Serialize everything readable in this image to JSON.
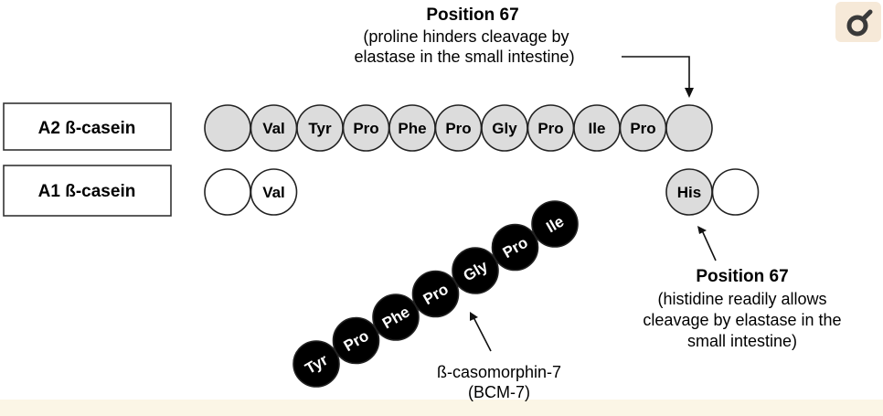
{
  "top_annotation": {
    "title": "Position 67",
    "line1": "(proline hinders cleavage by",
    "line2": "elastase in the small intestine)"
  },
  "labels": {
    "a2": "A2 ß-casein",
    "a1": "A1 ß-casein"
  },
  "a2_chain": [
    "",
    "Val",
    "Tyr",
    "Pro",
    "Phe",
    "Pro",
    "Gly",
    "Pro",
    "Ile",
    "Pro",
    ""
  ],
  "a1_left": [
    "",
    "Val"
  ],
  "a1_right": [
    "His",
    ""
  ],
  "bcm7_chain": [
    "Tyr",
    "Pro",
    "Phe",
    "Pro",
    "Gly",
    "Pro",
    "Ile"
  ],
  "bcm7_label": {
    "line1": "ß-casomorphin-7",
    "line2": "(BCM-7)"
  },
  "bottom_annotation": {
    "title": "Position 67",
    "line1": "(histidine readily allows",
    "line2": "cleavage by elastase in the",
    "line3": "small intestine)"
  },
  "colors": {
    "bead_fill": "#dcdcdc",
    "empty_bead_fill": "#ffffff",
    "bcm_bead_fill": "#000000",
    "outline": "#222222",
    "bottom_band": "#fbf6e6",
    "corner_icon_bg": "#f6e9d8",
    "corner_icon": "#3a3a3a"
  },
  "icons": {
    "corner": "female-symbol-icon"
  }
}
